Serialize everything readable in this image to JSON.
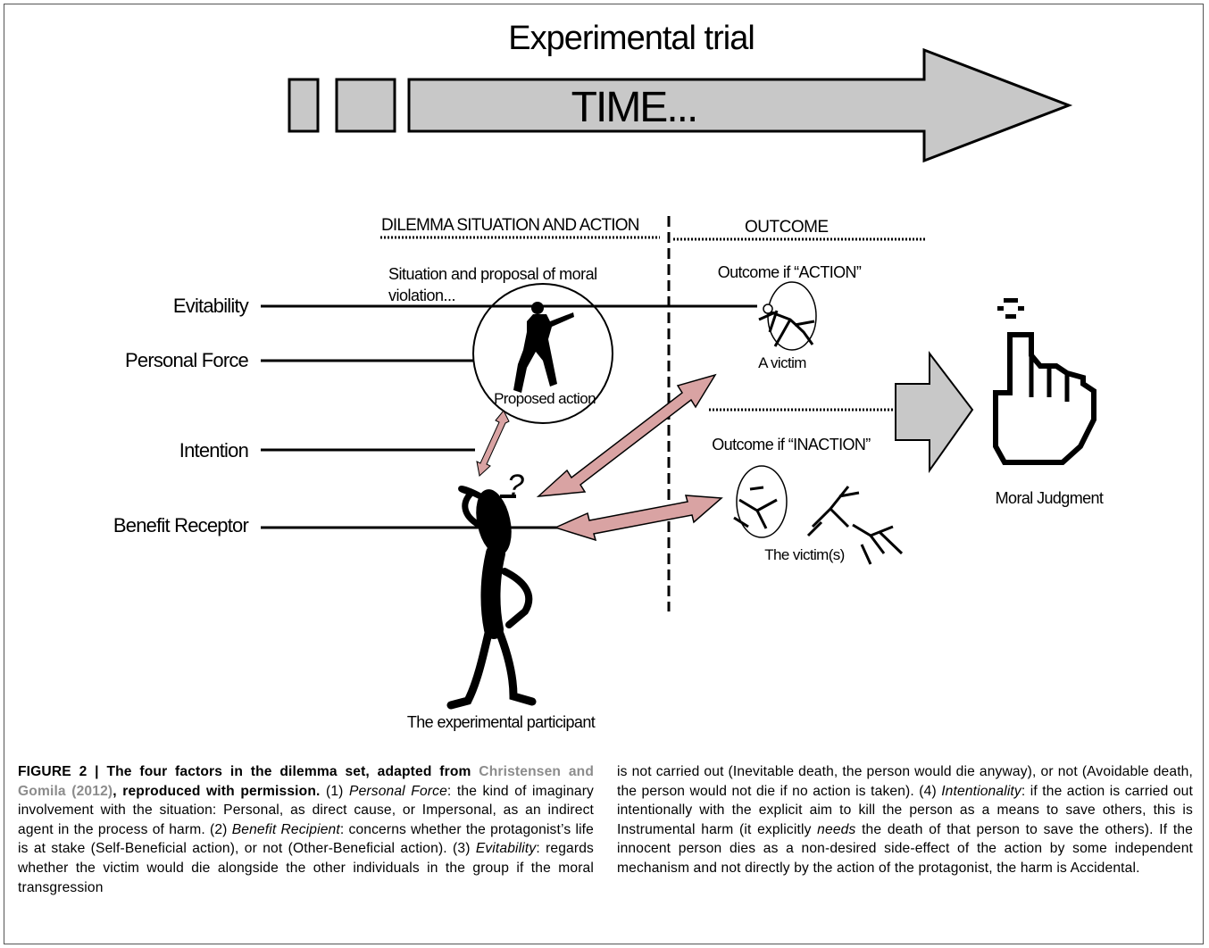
{
  "figure": {
    "header": "Experimental trial",
    "time_label": "TIME...",
    "section_left": "DILEMMA SITUATION AND ACTION",
    "section_right": "OUTCOME",
    "factors": [
      "Evitability",
      "Personal Force",
      "Intention",
      "Benefit Receptor"
    ],
    "situation_text_line1": "Situation and proposal of moral",
    "situation_text_line2": "violation...",
    "proposed_action": "Proposed action",
    "outcome_action": "Outcome if “ACTION”",
    "a_victim": "A victim",
    "outcome_inaction": "Outcome if “INACTION”",
    "the_victims": "The victim(s)",
    "question_mark": "?",
    "participant": "The experimental participant",
    "moral_judgment": "Moral Judgment",
    "colors": {
      "arrow_fill": "#c8c8c8",
      "pink_arrow": "#d9a3a3"
    }
  },
  "caption": {
    "label": "FIGURE 2 | ",
    "title_part1": "The four factors in the dilemma set, adapted from",
    "citation": "Christensen and Gomila (2012)",
    "title_part2": ", reproduced with permission.",
    "t1": " (1) ",
    "i1": "Personal Force",
    "t2": ": the kind of imaginary involvement with the situation: Personal, as direct cause, or Impersonal, as an indirect agent in the process of harm. (2) ",
    "i2": "Benefit Recipient",
    "t3": ": concerns whether the protagonist’s life is at stake (Self-Beneficial action), or not (Other-Beneficial action). (3) ",
    "i3": "Evitability",
    "t4": ": regards whether the victim would die alongside the other individuals in the group if the moral transgression",
    "r1": "is not carried out (Inevitable death, the person would die anyway), or not (Avoidable death, the person would not die if no action is taken). (4) ",
    "i4": "Intentionality",
    "r2": ": if the action is carried out intentionally with the explicit aim to kill the person as a means to save others, this is Instrumental harm (it explicitly ",
    "i5": "needs",
    "r3": " the death of that person to save the others). If the innocent person dies as a non-desired side-effect of the action by some independent mechanism and not directly by the action of the protagonist, the harm is Accidental."
  }
}
